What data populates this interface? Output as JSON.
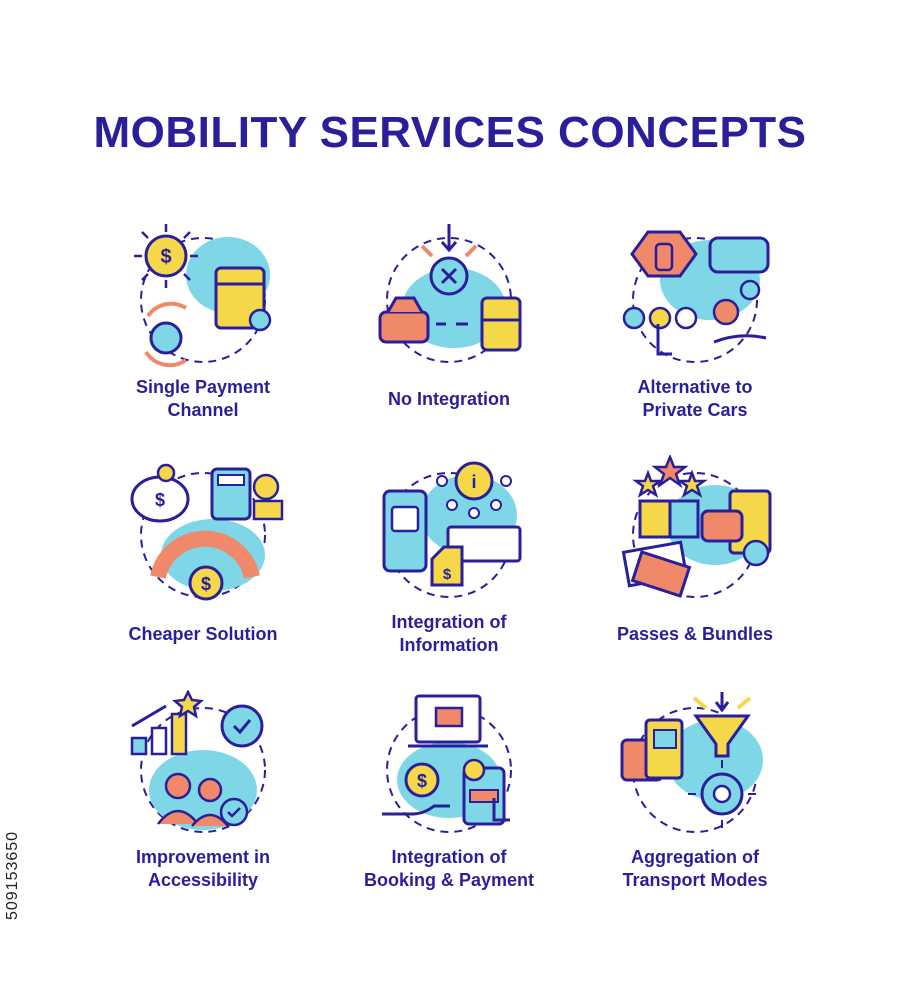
{
  "title": "MOBILITY SERVICES CONCEPTS",
  "stock_id": "509153650",
  "colors": {
    "primary": "#2a1f9a",
    "accent_blue": "#7fd6e6",
    "accent_yellow": "#f5d84a",
    "accent_orange": "#f0896a"
  },
  "items": [
    {
      "label": "Single Payment\nChannel",
      "icon": "payment-gear-card-icon"
    },
    {
      "label": "No Integration",
      "icon": "broken-link-vehicles-icon"
    },
    {
      "label": "Alternative to\nPrivate Cars",
      "icon": "stop-hand-car-icon"
    },
    {
      "label": "Cheaper Solution",
      "icon": "piggy-bank-calculator-icon"
    },
    {
      "label": "Integration of\nInformation",
      "icon": "info-phone-ticket-icon"
    },
    {
      "label": "Passes & Bundles",
      "icon": "box-stars-tickets-icon"
    },
    {
      "label": "Improvement in\nAccessibility",
      "icon": "growth-people-check-icon"
    },
    {
      "label": "Integration of\nBooking & Payment",
      "icon": "laptop-hand-coin-icon"
    },
    {
      "label": "Aggregation of\nTransport Modes",
      "icon": "funnel-vehicles-gear-icon"
    }
  ]
}
